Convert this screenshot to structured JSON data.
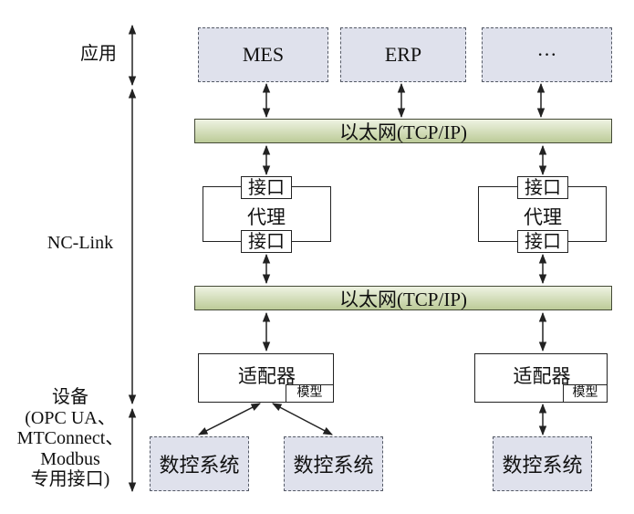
{
  "layers": {
    "application": "应用",
    "nclink": "NC-Link",
    "device_lines": [
      "设备",
      "(OPC UA、",
      "MTConnect、",
      "Modbus",
      "专用接口)"
    ]
  },
  "applications": [
    "MES",
    "ERP",
    "···"
  ],
  "buses": {
    "upper": "以太网(TCP/IP)",
    "lower": "以太网(TCP/IP)"
  },
  "agents": [
    {
      "interface_top": "接口",
      "label": "代理",
      "interface_bottom": "接口"
    },
    {
      "interface_top": "接口",
      "label": "代理",
      "interface_bottom": "接口"
    }
  ],
  "adapters": [
    {
      "label": "适配器",
      "model": "模型"
    },
    {
      "label": "适配器",
      "model": "模型"
    }
  ],
  "controllers": [
    "数控系统",
    "数控系统",
    "数控系统"
  ],
  "colors": {
    "box_fill": "#dfe1ec",
    "bus_fill_top": "#eef3e2",
    "bus_fill_bottom": "#bccb98",
    "line": "#222222"
  }
}
